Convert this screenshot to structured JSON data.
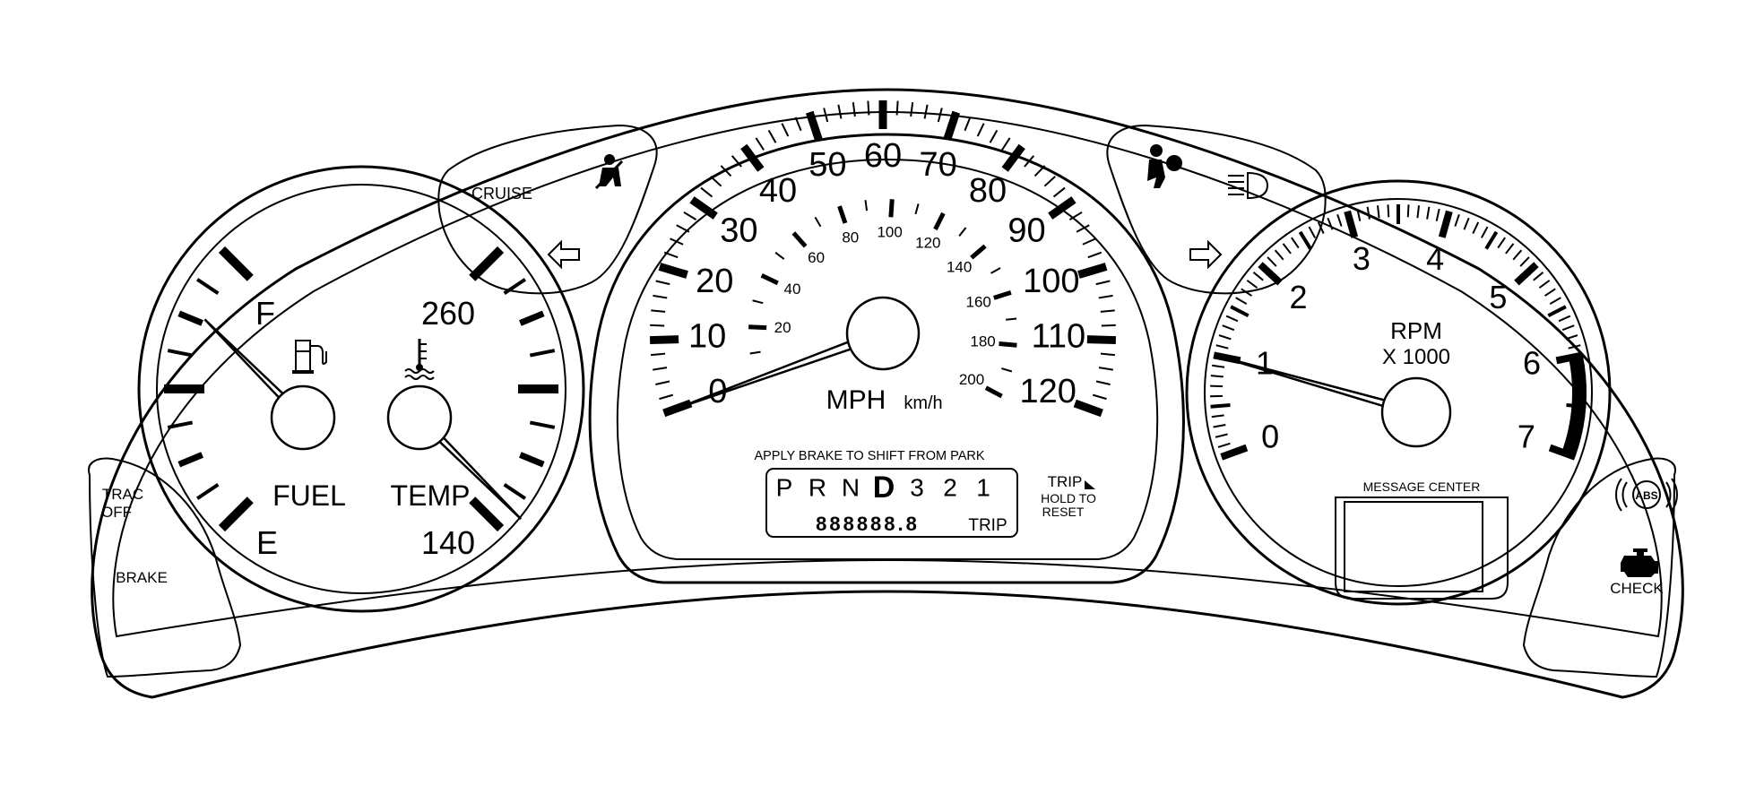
{
  "fuel_gauge": {
    "full_label": "F",
    "empty_label": "E",
    "name_label": "FUEL",
    "icon": "fuel-pump-icon",
    "level_fraction": 1.0
  },
  "temp_gauge": {
    "high_label": "260",
    "low_label": "140",
    "name_label": "TEMP",
    "icon": "coolant-temperature-icon",
    "reading": 140
  },
  "speedometer": {
    "mph_ticks": [
      "0",
      "10",
      "20",
      "30",
      "40",
      "50",
      "60",
      "70",
      "80",
      "90",
      "100",
      "110",
      "120"
    ],
    "kmh_ticks": [
      "20",
      "40",
      "60",
      "80",
      "100",
      "120",
      "140",
      "160",
      "180",
      "200"
    ],
    "mph_label": "MPH",
    "kmh_label": "km/h",
    "reading_mph": 0
  },
  "tachometer": {
    "ticks": [
      "0",
      "1",
      "2",
      "3",
      "4",
      "5",
      "6",
      "7"
    ],
    "rpm_label": "RPM",
    "multiplier_label": "X 1000",
    "reading": 1
  },
  "left_pod": {
    "cruise_label": "CRUISE",
    "icons": [
      "seatbelt-icon",
      "left-turn-arrow-icon"
    ]
  },
  "right_pod": {
    "icons": [
      "airbag-icon",
      "high-beam-icon",
      "right-turn-arrow-icon"
    ]
  },
  "left_corner": {
    "trac_line1": "TRAC",
    "trac_line2": "OFF",
    "brake_label": "BRAKE"
  },
  "right_corner": {
    "abs_label": "ABS",
    "check_label": "CHECK",
    "icons": [
      "abs-icon",
      "check-engine-icon"
    ]
  },
  "center_display": {
    "park_instruction": "APPLY BRAKE TO SHIFT FROM PARK",
    "gears": [
      "P",
      "R",
      "N",
      "D",
      "3",
      "2",
      "1"
    ],
    "selected_gear": "D",
    "odometer": "888888.8",
    "odometer_mode": "TRIP",
    "trip_button": "TRIP",
    "trip_hint_line1": "HOLD TO",
    "trip_hint_line2": "RESET"
  },
  "message_center": {
    "label": "MESSAGE CENTER"
  }
}
